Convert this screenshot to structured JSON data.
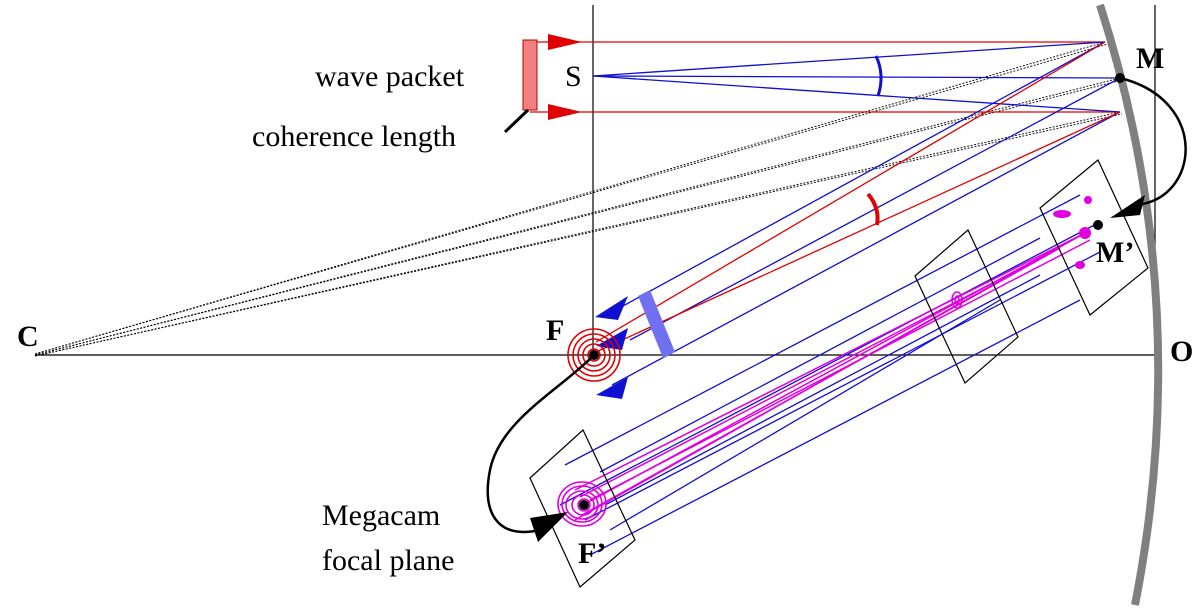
{
  "labels": {
    "wave_packet": "wave packet",
    "coherence_length": "coherence length",
    "source": "S",
    "mirror_point": "M",
    "mirror_point_image": "M’",
    "center": "C",
    "focus": "F",
    "vertex": "O",
    "focus_image": "F’",
    "megacam_line1": "Megacam",
    "megacam_line2": "focal plane"
  },
  "colors": {
    "red_ray": "#e00000",
    "blue_ray": "#1010d0",
    "magenta_ray": "#e000e0",
    "mirror": "#808080",
    "packet_fill": "#f08080",
    "beam_bar": "#7070f0"
  }
}
